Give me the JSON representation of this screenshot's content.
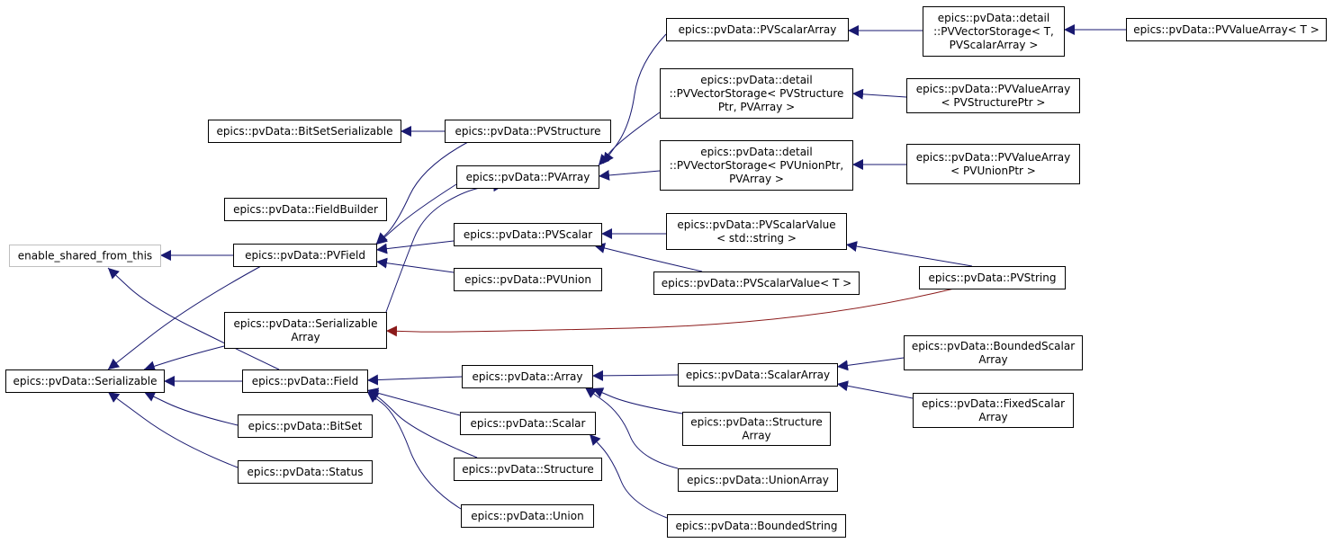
{
  "colors": {
    "edge": "#191970",
    "edge_special": "#8b1a1a",
    "box": "#000000",
    "box_external": "#bfbfbf"
  },
  "nodes": [
    {
      "id": "enable_shared_from_this",
      "lines": [
        "enable_shared_from_this"
      ],
      "external": true
    },
    {
      "id": "Serializable",
      "lines": [
        "epics::pvData::Serializable"
      ]
    },
    {
      "id": "BitSetSerializable",
      "lines": [
        "epics::pvData::BitSetSerializable"
      ]
    },
    {
      "id": "FieldBuilder",
      "lines": [
        "epics::pvData::FieldBuilder"
      ]
    },
    {
      "id": "PVField",
      "lines": [
        "epics::pvData::PVField"
      ]
    },
    {
      "id": "SerializableArray",
      "lines": [
        "epics::pvData::Serializable",
        "Array"
      ]
    },
    {
      "id": "Field",
      "lines": [
        "epics::pvData::Field"
      ]
    },
    {
      "id": "BitSet",
      "lines": [
        "epics::pvData::BitSet"
      ]
    },
    {
      "id": "Status",
      "lines": [
        "epics::pvData::Status"
      ]
    },
    {
      "id": "PVStructure",
      "lines": [
        "epics::pvData::PVStructure"
      ]
    },
    {
      "id": "PVArray",
      "lines": [
        "epics::pvData::PVArray"
      ]
    },
    {
      "id": "PVScalar",
      "lines": [
        "epics::pvData::PVScalar"
      ]
    },
    {
      "id": "PVUnion",
      "lines": [
        "epics::pvData::PVUnion"
      ]
    },
    {
      "id": "Array",
      "lines": [
        "epics::pvData::Array"
      ]
    },
    {
      "id": "Scalar",
      "lines": [
        "epics::pvData::Scalar"
      ]
    },
    {
      "id": "Structure",
      "lines": [
        "epics::pvData::Structure"
      ]
    },
    {
      "id": "Union",
      "lines": [
        "epics::pvData::Union"
      ]
    },
    {
      "id": "PVScalarArray",
      "lines": [
        "epics::pvData::PVScalarArray"
      ]
    },
    {
      "id": "PVVectorStorageStructurePtr",
      "lines": [
        "epics::pvData::detail",
        "::PVVectorStorage< PVStructure",
        "Ptr, PVArray >"
      ]
    },
    {
      "id": "PVVectorStorageUnionPtr",
      "lines": [
        "epics::pvData::detail",
        "::PVVectorStorage< PVUnionPtr,",
        "PVArray >"
      ]
    },
    {
      "id": "PVScalarValueString",
      "lines": [
        "epics::pvData::PVScalarValue",
        "< std::string >"
      ]
    },
    {
      "id": "PVScalarValueT",
      "lines": [
        "epics::pvData::PVScalarValue< T >"
      ]
    },
    {
      "id": "ScalarArray",
      "lines": [
        "epics::pvData::ScalarArray"
      ]
    },
    {
      "id": "StructureArray",
      "lines": [
        "epics::pvData::Structure",
        "Array"
      ]
    },
    {
      "id": "UnionArray",
      "lines": [
        "epics::pvData::UnionArray"
      ]
    },
    {
      "id": "BoundedString",
      "lines": [
        "epics::pvData::BoundedString"
      ]
    },
    {
      "id": "PVVectorStorageT",
      "lines": [
        "epics::pvData::detail",
        "::PVVectorStorage< T,",
        "PVScalarArray >"
      ]
    },
    {
      "id": "PVValueArrayT",
      "lines": [
        "epics::pvData::PVValueArray< T >"
      ]
    },
    {
      "id": "PVValueArrayStructurePtr",
      "lines": [
        "epics::pvData::PVValueArray",
        "< PVStructurePtr >"
      ]
    },
    {
      "id": "PVValueArrayUnionPtr",
      "lines": [
        "epics::pvData::PVValueArray",
        "< PVUnionPtr >"
      ]
    },
    {
      "id": "PVString",
      "lines": [
        "epics::pvData::PVString"
      ]
    },
    {
      "id": "BoundedScalarArray",
      "lines": [
        "epics::pvData::BoundedScalar",
        "Array"
      ]
    },
    {
      "id": "FixedScalarArray",
      "lines": [
        "epics::pvData::FixedScalar",
        "Array"
      ]
    }
  ],
  "edges": [
    {
      "from": "PVField",
      "to": "enable_shared_from_this"
    },
    {
      "from": "Field",
      "to": "enable_shared_from_this"
    },
    {
      "from": "PVField",
      "to": "Serializable"
    },
    {
      "from": "SerializableArray",
      "to": "Serializable"
    },
    {
      "from": "Field",
      "to": "Serializable"
    },
    {
      "from": "BitSet",
      "to": "Serializable"
    },
    {
      "from": "Status",
      "to": "Serializable"
    },
    {
      "from": "PVStructure",
      "to": "BitSetSerializable"
    },
    {
      "from": "PVStructure",
      "to": "PVField"
    },
    {
      "from": "PVArray",
      "to": "PVField"
    },
    {
      "from": "PVScalar",
      "to": "PVField"
    },
    {
      "from": "PVUnion",
      "to": "PVField"
    },
    {
      "from": "PVScalarArray",
      "to": "PVArray"
    },
    {
      "from": "PVVectorStorageStructurePtr",
      "to": "PVArray"
    },
    {
      "from": "PVVectorStorageUnionPtr",
      "to": "PVArray"
    },
    {
      "from": "SerializableArray",
      "to": "PVArray"
    },
    {
      "from": "PVScalarValueString",
      "to": "PVScalar"
    },
    {
      "from": "PVScalarValueT",
      "to": "PVScalar"
    },
    {
      "from": "PVVectorStorageT",
      "to": "PVScalarArray"
    },
    {
      "from": "PVValueArrayT",
      "to": "PVVectorStorageT"
    },
    {
      "from": "PVValueArrayStructurePtr",
      "to": "PVVectorStorageStructurePtr"
    },
    {
      "from": "PVValueArrayUnionPtr",
      "to": "PVVectorStorageUnionPtr"
    },
    {
      "from": "PVString",
      "to": "PVScalarValueString"
    },
    {
      "from": "PVString",
      "to": "SerializableArray",
      "special": true
    },
    {
      "from": "Array",
      "to": "Field"
    },
    {
      "from": "Scalar",
      "to": "Field"
    },
    {
      "from": "Structure",
      "to": "Field"
    },
    {
      "from": "Union",
      "to": "Field"
    },
    {
      "from": "ScalarArray",
      "to": "Array"
    },
    {
      "from": "StructureArray",
      "to": "Array"
    },
    {
      "from": "UnionArray",
      "to": "Array"
    },
    {
      "from": "BoundedString",
      "to": "Scalar"
    },
    {
      "from": "BoundedScalarArray",
      "to": "ScalarArray"
    },
    {
      "from": "FixedScalarArray",
      "to": "ScalarArray"
    }
  ]
}
